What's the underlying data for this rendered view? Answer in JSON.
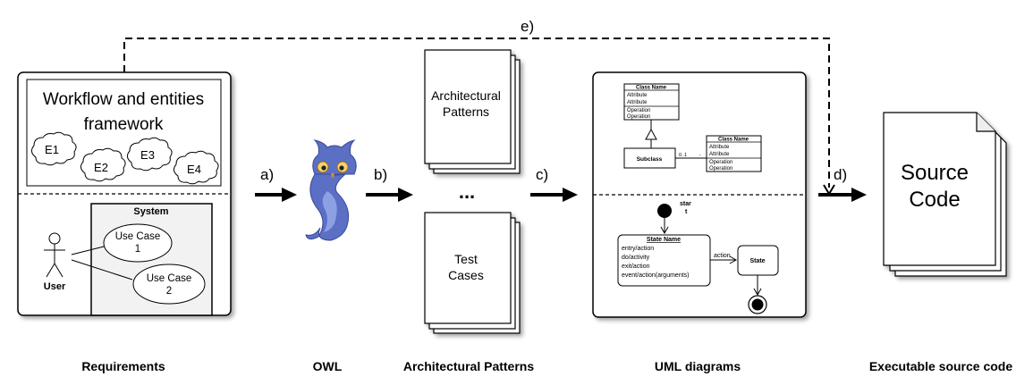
{
  "flow_labels": {
    "a": "a)",
    "b": "b)",
    "c": "c)",
    "d": "d)",
    "e": "e)"
  },
  "captions": {
    "requirements": "Requirements",
    "owl": "OWL",
    "patterns": "Architectural Patterns",
    "uml": "UML diagrams",
    "source": "Executable source code"
  },
  "requirements": {
    "framework_line1": "Workflow and entities",
    "framework_line2": "framework",
    "entities": [
      "E1",
      "E2",
      "E3",
      "E4"
    ],
    "system_label": "System",
    "actor_label": "User",
    "use_case_1": [
      "Use Case",
      "1"
    ],
    "use_case_2": [
      "Use Case",
      "2"
    ]
  },
  "patterns": {
    "doc1": [
      "Architectural",
      "Patterns"
    ],
    "ellipsis": "...",
    "doc2": [
      "Test",
      "Cases"
    ]
  },
  "uml": {
    "class1": {
      "name": "Class Name",
      "attributes": [
        "Attribute",
        "Attribute"
      ],
      "operations": [
        "Operation",
        "Operation"
      ]
    },
    "class2": {
      "name": "Class Name",
      "attributes": [
        "Attribute",
        "Attribute"
      ],
      "operations": [
        "Operation",
        "Operation"
      ]
    },
    "subclass": "Subclass",
    "multiplicity_left": "0..1",
    "multiplicity_right": "-",
    "start_label": [
      "star",
      "t"
    ],
    "state_name": "State Name",
    "state_lines": [
      "entry/action",
      "do/activity",
      "exit/action",
      "event/action(arguments)"
    ],
    "transition_label": "action",
    "state2": "State"
  },
  "source": [
    "Source",
    "Code"
  ]
}
